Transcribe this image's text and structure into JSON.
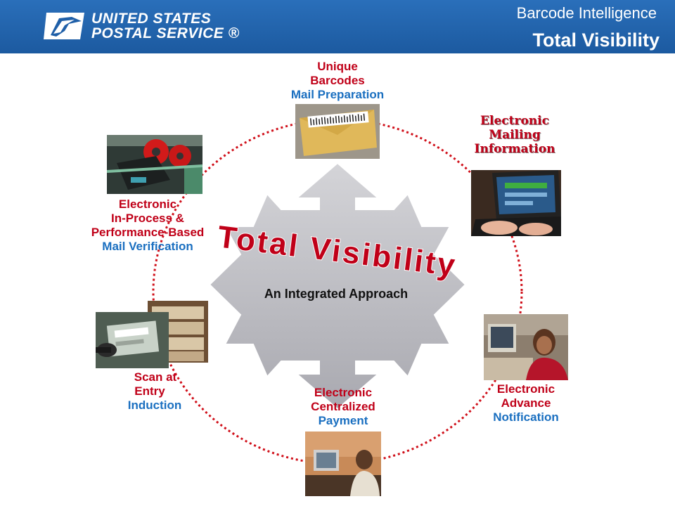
{
  "header": {
    "brand": "UNITED STATES",
    "brand_line2": "POSTAL SERVICE ®",
    "subtitle": "Barcode Intelligence",
    "title": "Total Visibility"
  },
  "center": {
    "title": "Total Visibility",
    "caption": "An Integrated Approach"
  },
  "nodes": {
    "top": {
      "line1": "Unique",
      "line2": "Barcodes",
      "line3": "Mail Preparation"
    },
    "upper_right": {
      "line1": "Electronic",
      "line2": "Mailing",
      "line3": "Information"
    },
    "lower_right": {
      "line1": "Electronic",
      "line2": "Advance",
      "line3": "Notification"
    },
    "bottom": {
      "line1": "Electronic",
      "line2": "Centralized",
      "line3": "Payment"
    },
    "lower_left": {
      "line1": "Scan at",
      "line2": "Entry",
      "line3": "Induction"
    },
    "upper_left": {
      "line1": "Electronic",
      "line2": "In-Process &",
      "line3": "Performance-Based",
      "line4": "Mail Verification"
    }
  },
  "colors": {
    "header_blue": "#1f5fa8",
    "accent_red": "#c00018",
    "accent_blue": "#1a6fc0"
  }
}
